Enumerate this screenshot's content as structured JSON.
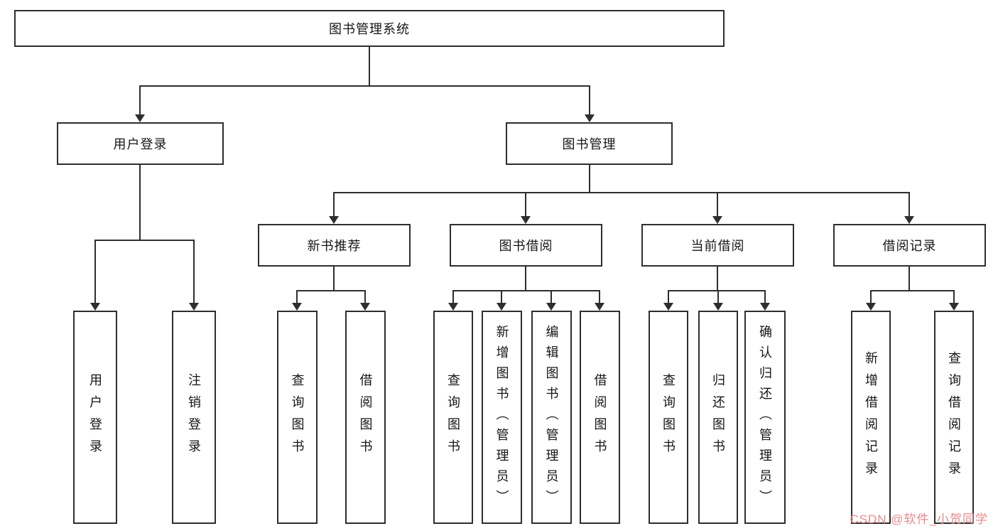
{
  "nodes": {
    "root": "图书管理系统",
    "user_login": "用户登录",
    "book_mgmt": "图书管理",
    "new_book_rec": "新书推荐",
    "book_borrow": "图书借阅",
    "current_borrow": "当前借阅",
    "borrow_records": "借阅记录",
    "login_user": "用户登录",
    "login_logout": "注销登录",
    "rec_query": "查询图书",
    "rec_borrow": "借阅图书",
    "borrow_query": "查询图书",
    "borrow_add": "新增图书（管理员）",
    "borrow_edit": "编辑图书（管理员）",
    "borrow_lend": "借阅图书",
    "current_query": "查询图书",
    "current_return": "归还图书",
    "current_confirm": "确认归还（管理员）",
    "records_add": "新增借阅记录",
    "records_query": "查询借阅记录"
  },
  "colors": {
    "line": "#2e2e2e",
    "watermark": "#e98a8a"
  },
  "watermark": "CSDN @软件_小贺同学"
}
